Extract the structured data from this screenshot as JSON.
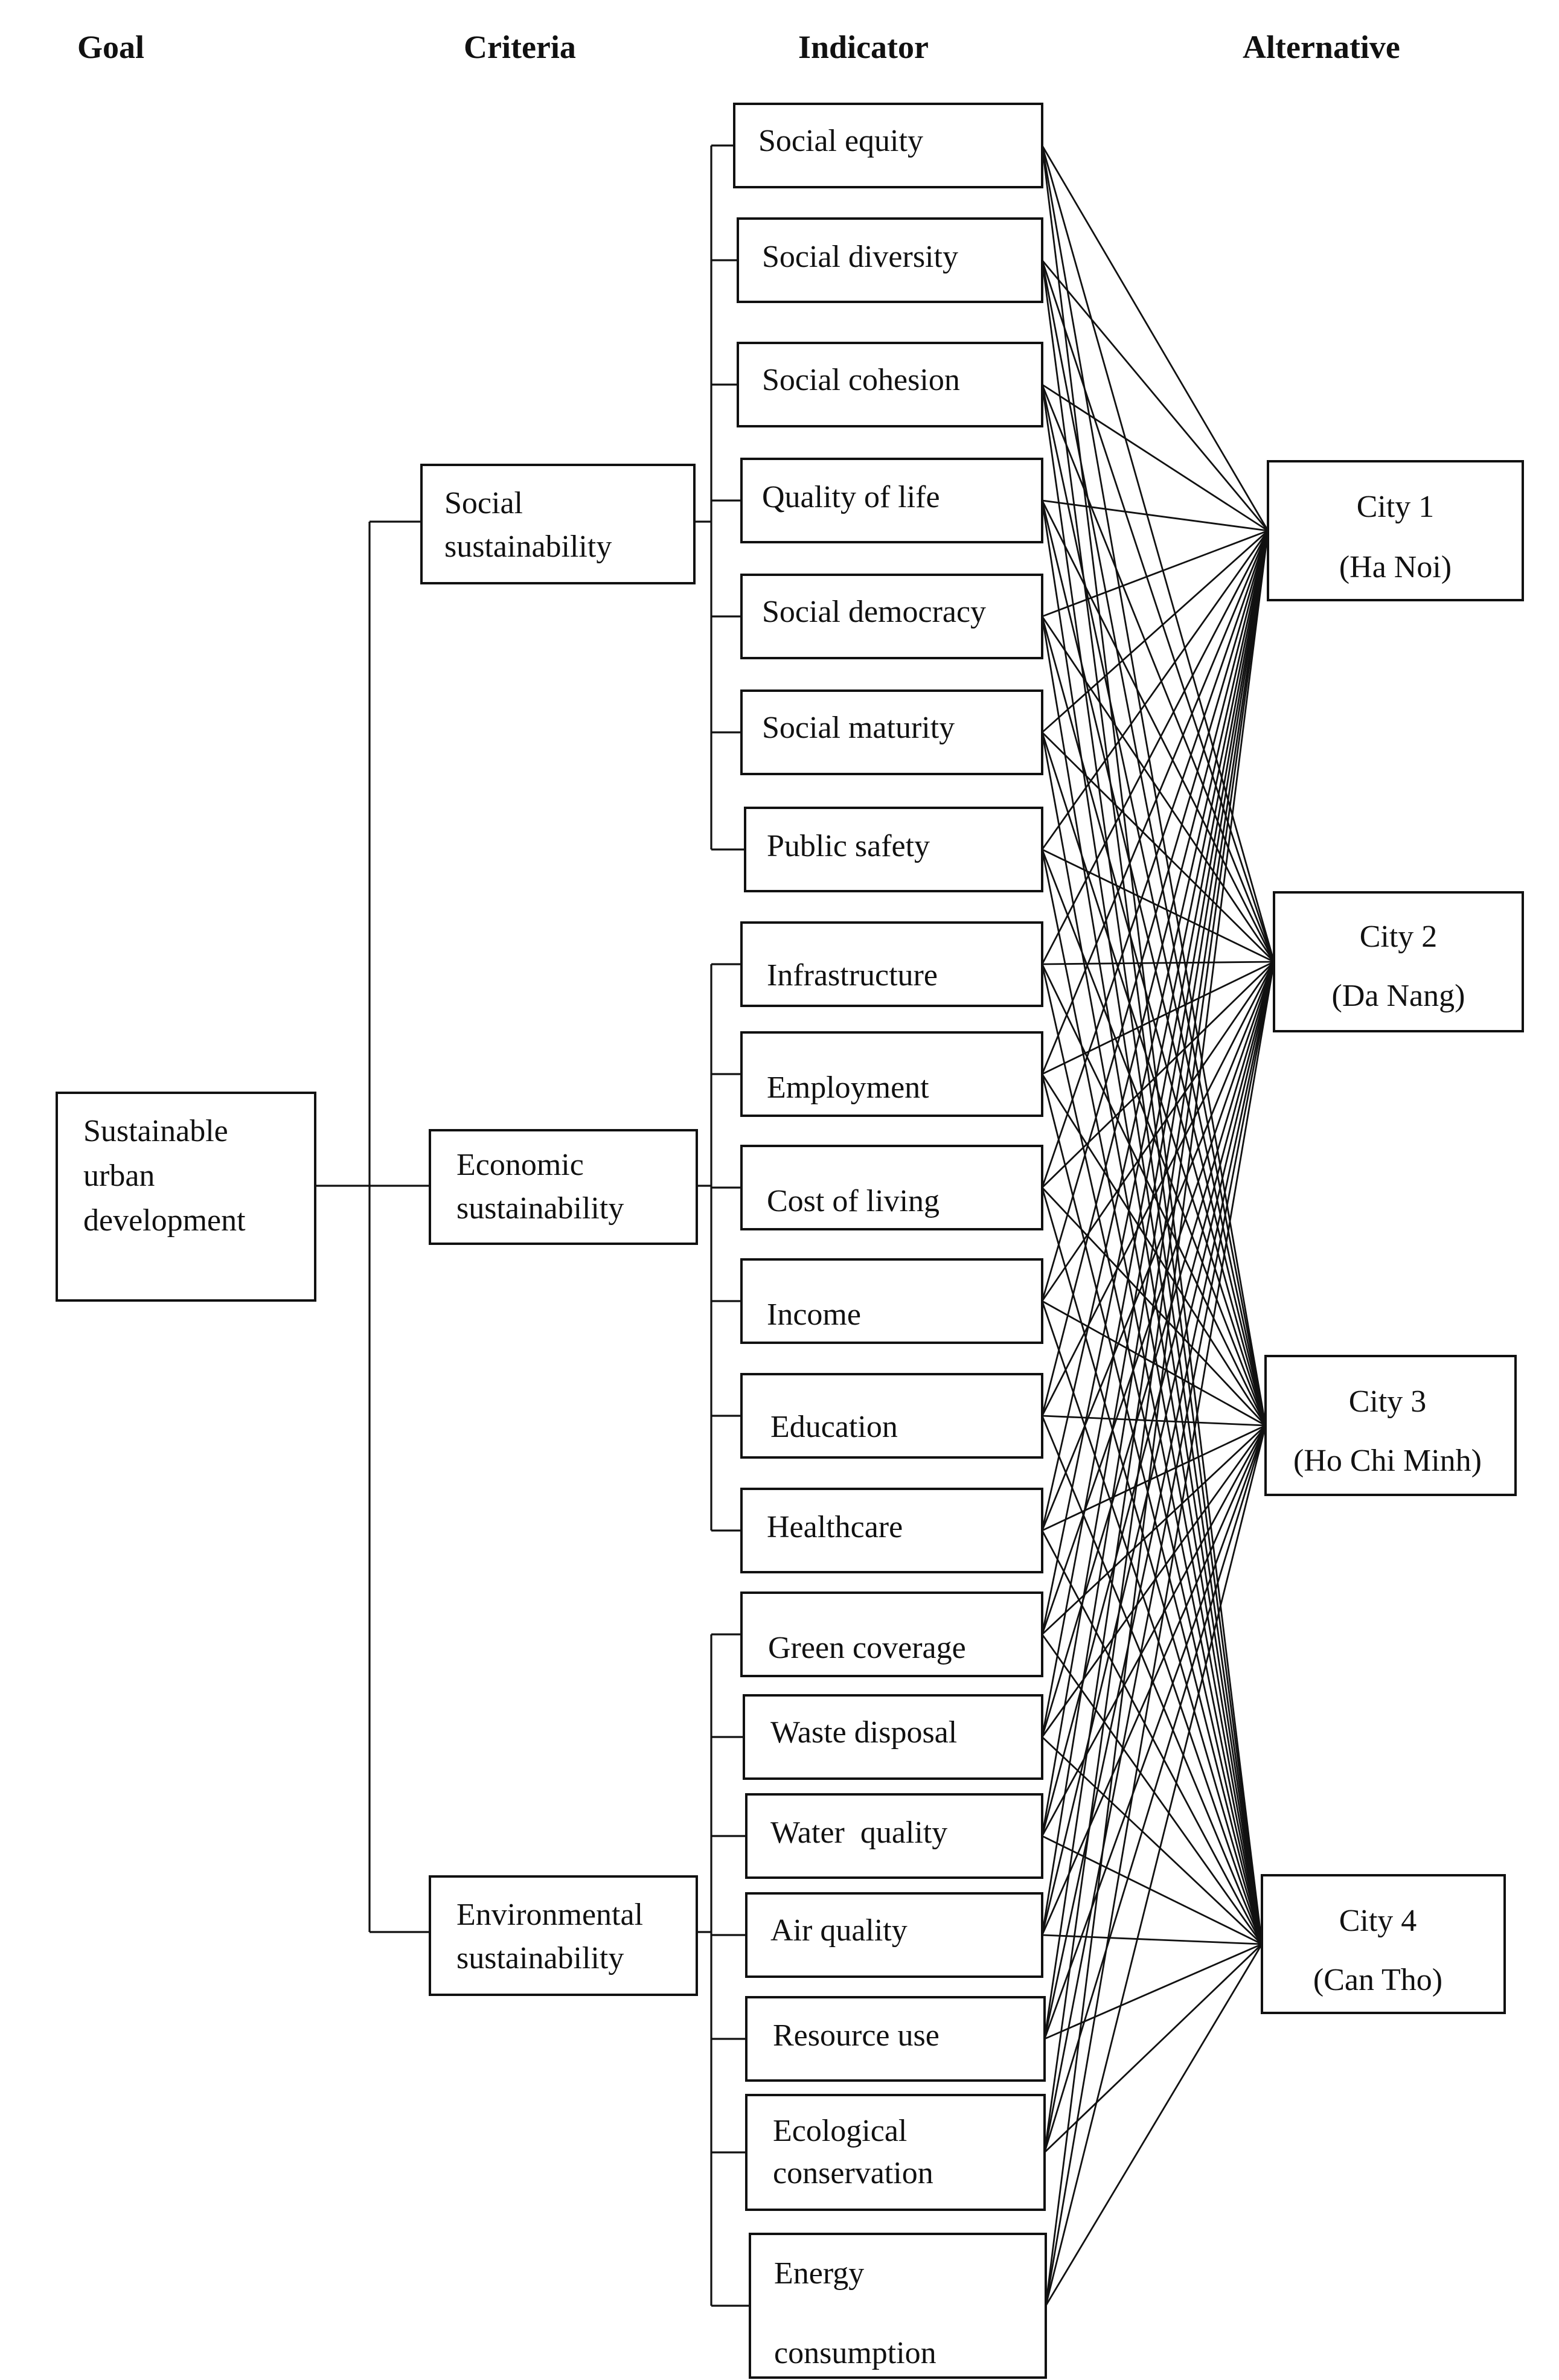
{
  "headers": {
    "goal": "Goal",
    "criteria": "Criteria",
    "indicator": "Indicator",
    "alternative": "Alternative"
  },
  "goal": {
    "lines": [
      "Sustainable",
      "urban",
      "development"
    ]
  },
  "criteria": [
    {
      "lines": [
        "Social",
        "sustainability"
      ]
    },
    {
      "lines": [
        "Economic",
        "sustainability"
      ]
    },
    {
      "lines": [
        "Environmental",
        "sustainability"
      ]
    }
  ],
  "indicators": [
    {
      "label": "Social equity",
      "criterion": 0
    },
    {
      "label": "Social diversity",
      "criterion": 0
    },
    {
      "label": "Social cohesion",
      "criterion": 0
    },
    {
      "label": "Quality of life",
      "criterion": 0
    },
    {
      "label": "Social democracy",
      "criterion": 0
    },
    {
      "label": "Social maturity",
      "criterion": 0
    },
    {
      "label": "Public safety",
      "criterion": 0
    },
    {
      "label": "Infrastructure",
      "criterion": 1
    },
    {
      "label": "Employment",
      "criterion": 1
    },
    {
      "label": "Cost of living",
      "criterion": 1
    },
    {
      "label": "Income",
      "criterion": 1
    },
    {
      "label": "Education",
      "criterion": 1
    },
    {
      "label": "Healthcare",
      "criterion": 1
    },
    {
      "label": "Green coverage",
      "criterion": 2
    },
    {
      "label": "Waste disposal",
      "criterion": 2
    },
    {
      "label": "Water  quality",
      "criterion": 2
    },
    {
      "label": "Air quality",
      "criterion": 2
    },
    {
      "label": "Resource use",
      "criterion": 2
    },
    {
      "label": "Ecological conservation",
      "criterion": 2
    },
    {
      "label": "Energy consumption",
      "criterion": 2
    }
  ],
  "alternatives": [
    {
      "name": "City 1",
      "city": "(Ha Noi)"
    },
    {
      "name": "City 2",
      "city": "(Da Nang)"
    },
    {
      "name": "City 3",
      "city": "(Ho Chi Minh)"
    },
    {
      "name": "City 4",
      "city": "(Can Tho)"
    }
  ]
}
